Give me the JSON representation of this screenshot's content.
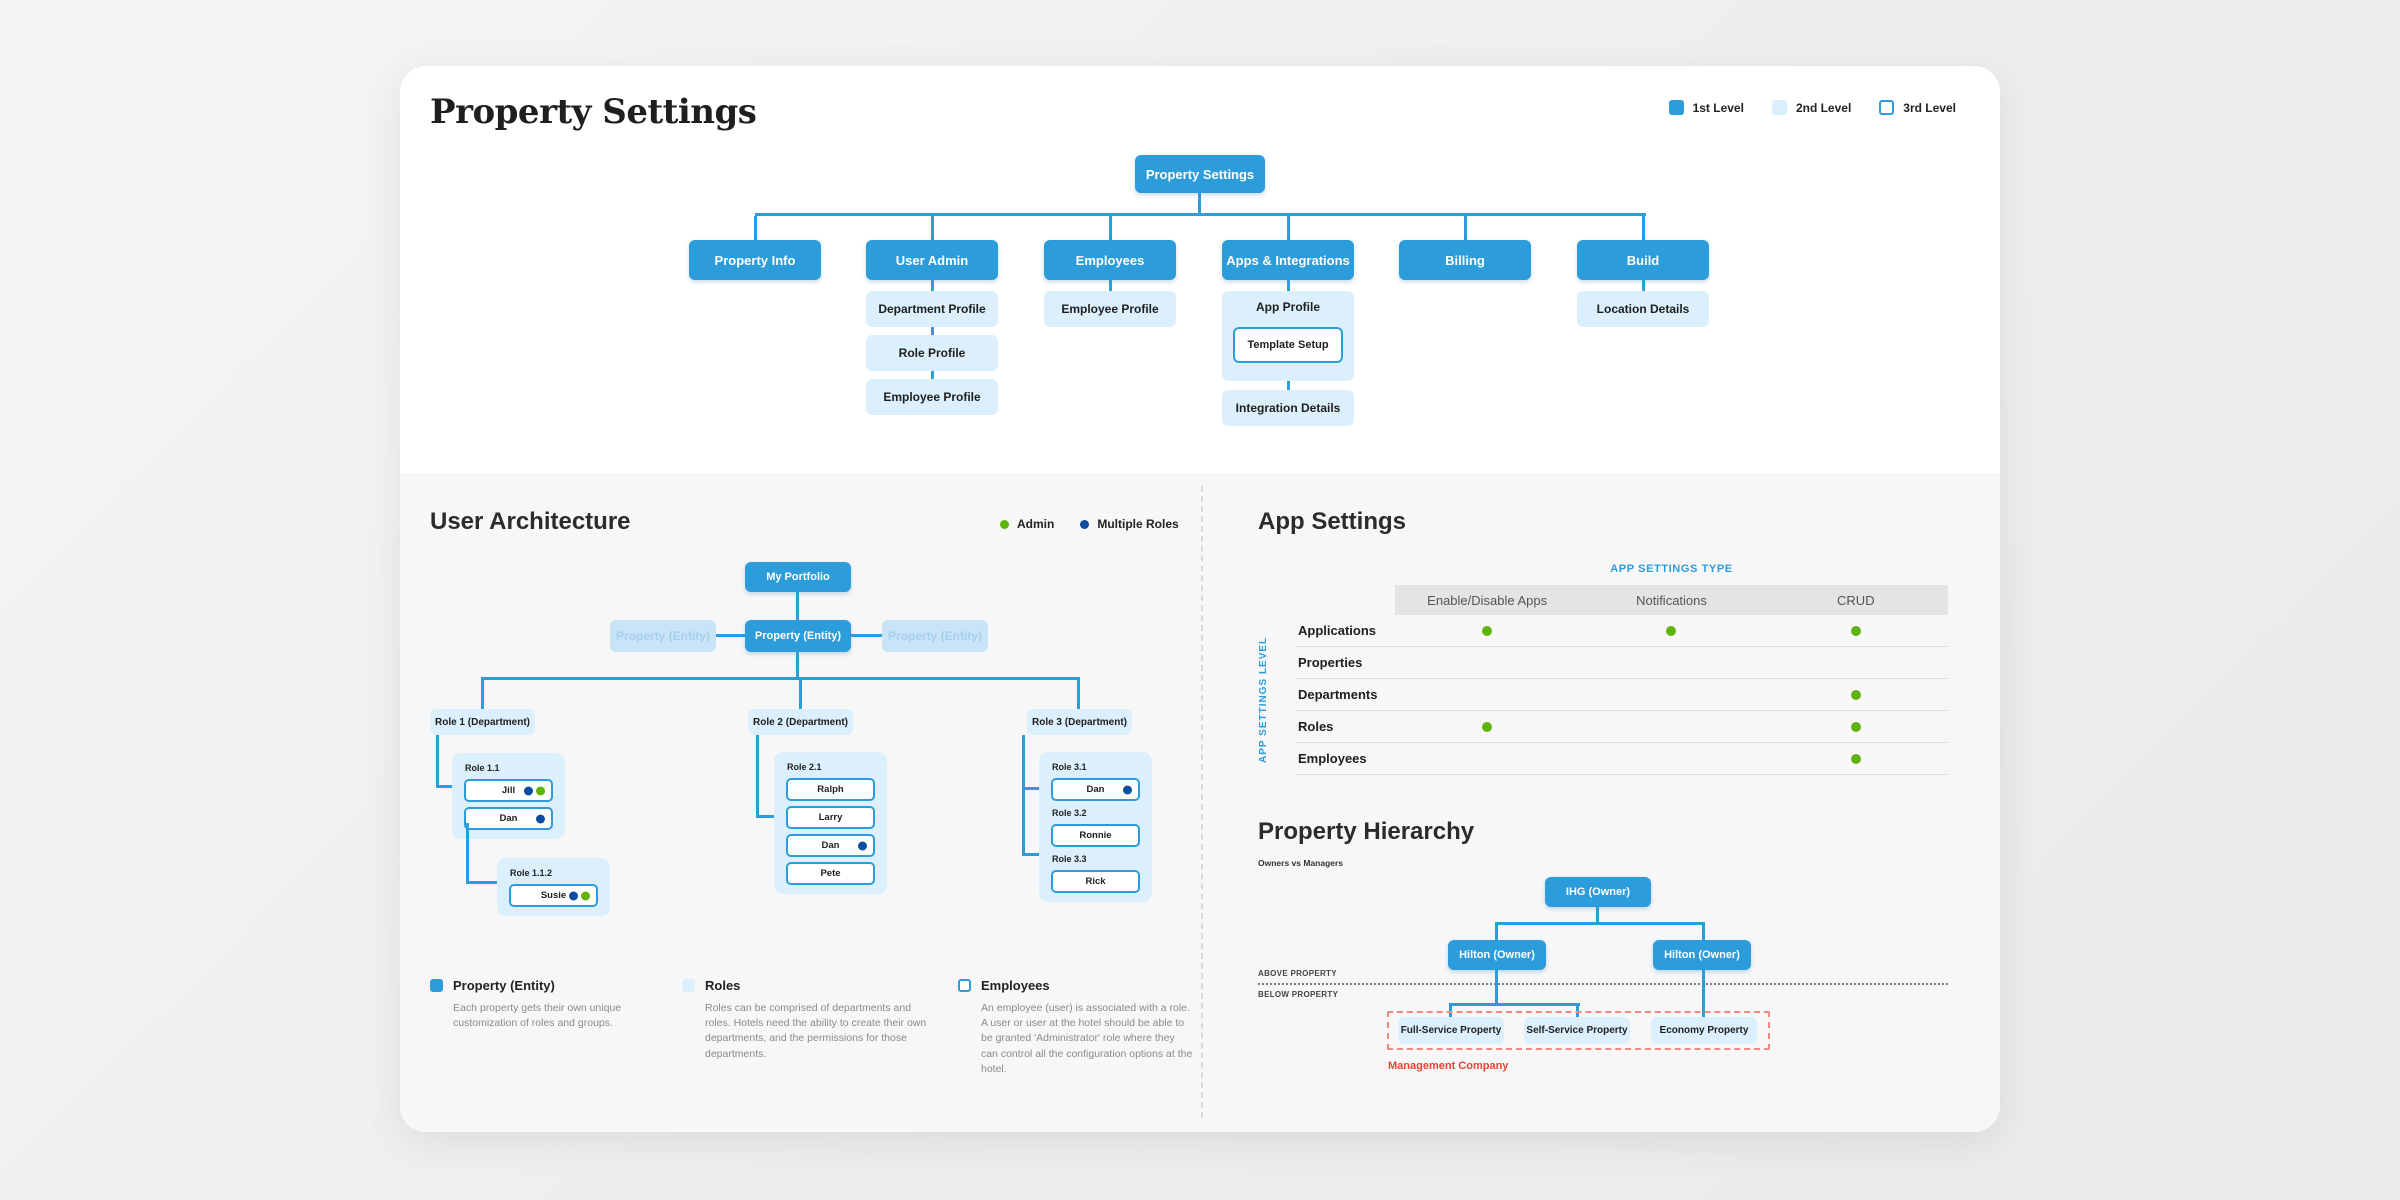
{
  "page": {
    "title": "Property Settings"
  },
  "level_legend": [
    {
      "label": "1st Level"
    },
    {
      "label": "2nd Level"
    },
    {
      "label": "3rd Level"
    }
  ],
  "top_chart": {
    "root": "Property Settings",
    "branches": [
      "Property Info",
      "User Admin",
      "Employees",
      "Apps & Integrations",
      "Billing",
      "Build"
    ],
    "user_admin_children": [
      "Department Profile",
      "Role Profile",
      "Employee Profile"
    ],
    "employees_children": [
      "Employee Profile"
    ],
    "apps_children": {
      "app_profile": "App Profile",
      "template_setup": "Template Setup",
      "integration_details": "Integration Details"
    },
    "build_children": [
      "Location Details"
    ]
  },
  "user_architecture": {
    "heading": "User Architecture",
    "legend": {
      "admin": "Admin",
      "multiple_roles": "Multiple Roles"
    },
    "portfolio": "My Portfolio",
    "property_left": "Property (Entity)",
    "property_center": "Property (Entity)",
    "property_right": "Property (Entity)",
    "departments": [
      "Role 1 (Department)",
      "Role 2 (Department)",
      "Role 3 (Department)"
    ],
    "groups": [
      {
        "sections": [
          {
            "label": "Role 1.1",
            "members": [
              {
                "name": "Jill",
                "dots": [
                  "multi",
                  "admin"
                ]
              },
              {
                "name": "Dan",
                "dots": [
                  "multi"
                ]
              }
            ]
          }
        ]
      },
      {
        "sections": [
          {
            "label": "Role 1.1.2",
            "members": [
              {
                "name": "Susie",
                "dots": [
                  "multi",
                  "admin"
                ]
              }
            ]
          }
        ]
      },
      {
        "sections": [
          {
            "label": "Role 2.1",
            "members": [
              {
                "name": "Ralph",
                "dots": []
              },
              {
                "name": "Larry",
                "dots": []
              },
              {
                "name": "Dan",
                "dots": [
                  "multi"
                ]
              },
              {
                "name": "Pete",
                "dots": []
              }
            ]
          }
        ]
      },
      {
        "sections": [
          {
            "label": "Role 3.1",
            "members": [
              {
                "name": "Dan",
                "dots": [
                  "multi"
                ]
              }
            ]
          },
          {
            "label": "Role 3.2",
            "members": [
              {
                "name": "Ronnie",
                "dots": []
              }
            ]
          },
          {
            "label": "Role 3.3",
            "members": [
              {
                "name": "Rick",
                "dots": []
              }
            ]
          }
        ]
      }
    ],
    "legend_cards": [
      {
        "title": "Property (Entity)",
        "description": "Each property gets their own unique customization of roles and groups."
      },
      {
        "title": "Roles",
        "description": "Roles can be comprised of departments and roles. Hotels need the ability to create their own departments, and the permissions for those departments."
      },
      {
        "title": "Employees",
        "description": "An employee (user) is associated with a role. A user or user at the hotel should be able to be granted 'Administrator' role where they can control all the configuration options at the hotel."
      }
    ]
  },
  "app_settings": {
    "heading": "App Settings",
    "type_label": "APP SETTINGS TYPE",
    "level_label": "APP SETTINGS LEVEL",
    "columns": [
      "Enable/Disable Apps",
      "Notifications",
      "CRUD"
    ],
    "rows": [
      {
        "label": "Applications",
        "dots": [
          true,
          true,
          true
        ]
      },
      {
        "label": "Properties",
        "dots": [
          false,
          false,
          false
        ]
      },
      {
        "label": "Departments",
        "dots": [
          false,
          false,
          true
        ]
      },
      {
        "label": "Roles",
        "dots": [
          true,
          false,
          true
        ]
      },
      {
        "label": "Employees",
        "dots": [
          false,
          false,
          true
        ]
      }
    ]
  },
  "property_hierarchy": {
    "heading": "Property Hierarchy",
    "subtitle": "Owners vs Managers",
    "root": "IHG (Owner)",
    "owners": [
      "Hilton (Owner)",
      "Hilton (Owner)"
    ],
    "above_label": "ABOVE PROPERTY",
    "below_label": "BELOW PROPERTY",
    "properties": [
      "Full-Service Property",
      "Self-Service Property",
      "Economy Property"
    ],
    "management_label": "Management Company"
  }
}
